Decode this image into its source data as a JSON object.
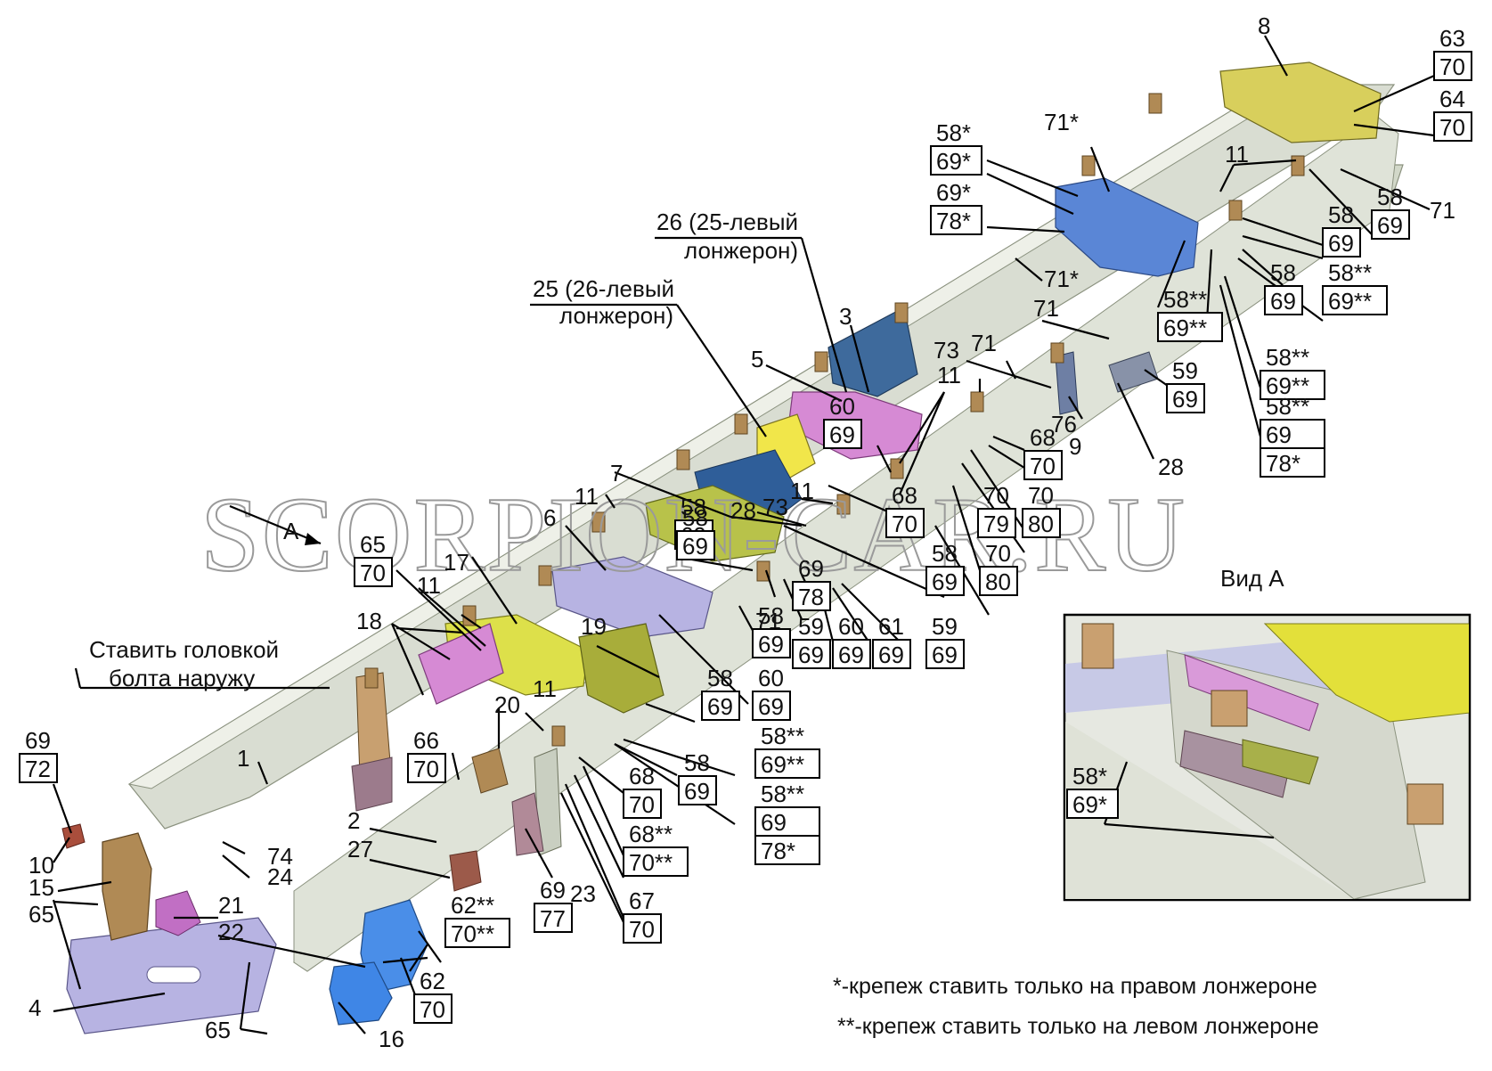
{
  "watermark": "SCORPION-CAR.RU",
  "view_title": "Вид А",
  "view_marker": "А",
  "notes": {
    "right_only": "*-крепеж ставить только на правом лонжероне",
    "left_only": "**-крепеж ставить только на левом лонжероне"
  },
  "callouts": {
    "c26a": "26 (25-левый",
    "c26b": "лонжерон)",
    "c25a": "25 (26-левый",
    "c25b": "лонжерон)",
    "c_install_a": "Ставить головкой",
    "c_install_b": "болта наружу",
    "n1": "1",
    "n2": "2",
    "n3": "3",
    "n4": "4",
    "n5": "5",
    "n6a": "6",
    "n6b": "6",
    "n7": "7",
    "n8": "8",
    "n9": "9",
    "n10": "10",
    "n11a": "11",
    "n11b": "11",
    "n11c": "11",
    "n11d": "11",
    "n11e": "11",
    "n11f": "11",
    "n15": "15",
    "n16": "16",
    "n17": "17",
    "n18": "18",
    "n19": "19",
    "n20": "20",
    "n21": "21",
    "n22": "22",
    "n23": "23",
    "n24": "24",
    "n27": "27",
    "n28a": "28",
    "n28b": "28",
    "n71s": "71*",
    "n71s2": "71*",
    "n71a": "71",
    "n71b": "71",
    "n71c": "71",
    "n73a": "73",
    "n73b": "73",
    "n74": "74",
    "n76": "76",
    "n65a": "65",
    "n65b": "65"
  },
  "stacks": [
    {
      "id": "s63",
      "rows": [
        "63",
        "70"
      ]
    },
    {
      "id": "s64",
      "rows": [
        "64",
        "70"
      ]
    },
    {
      "id": "s58_69_ur",
      "rows": [
        "58",
        "69"
      ]
    },
    {
      "id": "s58_69_r2",
      "rows": [
        "58",
        "69"
      ]
    },
    {
      "id": "s58_69_r3",
      "rows": [
        "58",
        "69"
      ]
    },
    {
      "id": "s58ss_r",
      "rows": [
        "58**",
        "69**"
      ]
    },
    {
      "id": "s58s_top",
      "rows": [
        "58*",
        "69*"
      ]
    },
    {
      "id": "s69s_78s",
      "rows": [
        "69*",
        "78*"
      ]
    },
    {
      "id": "s58ss_m",
      "rows": [
        "58**",
        "69**"
      ]
    },
    {
      "id": "s58ss_m2",
      "rows": [
        "58**",
        "69**"
      ]
    },
    {
      "id": "s58ss_3",
      "rows": [
        "58**",
        "69",
        "78*"
      ]
    },
    {
      "id": "s59_69_a",
      "rows": [
        "59",
        "69"
      ]
    },
    {
      "id": "s60_69_a",
      "rows": [
        "60",
        "69"
      ]
    },
    {
      "id": "s68_70_a",
      "rows": [
        "68",
        "70"
      ]
    },
    {
      "id": "s70_80_a",
      "rows": [
        "70",
        "80"
      ]
    },
    {
      "id": "s70_79",
      "rows": [
        "70",
        "79"
      ]
    },
    {
      "id": "s68_70_b",
      "rows": [
        "68",
        "70"
      ]
    },
    {
      "id": "s58_69_m",
      "rows": [
        "58",
        "69"
      ]
    },
    {
      "id": "s69_78",
      "rows": [
        "69",
        "78"
      ]
    },
    {
      "id": "s58_69_c",
      "rows": [
        "58",
        "69"
      ]
    },
    {
      "id": "s70_80_b",
      "rows": [
        "70",
        "80"
      ]
    },
    {
      "id": "s59_69_b",
      "rows": [
        "59",
        "69"
      ]
    },
    {
      "id": "s60_69_b",
      "rows": [
        "60",
        "69"
      ]
    },
    {
      "id": "s61_69",
      "rows": [
        "61",
        "69"
      ]
    },
    {
      "id": "s59_69_c",
      "rows": [
        "59",
        "69"
      ]
    },
    {
      "id": "s58_69_d",
      "rows": [
        "58",
        "69"
      ]
    },
    {
      "id": "s60_69_c",
      "rows": [
        "60",
        "69"
      ]
    },
    {
      "id": "s58_69_e",
      "rows": [
        "58",
        "69"
      ]
    },
    {
      "id": "s58ss_69ss",
      "rows": [
        "58**",
        "69**"
      ]
    },
    {
      "id": "s58ss_69_78",
      "rows": [
        "58**",
        "69",
        "78*"
      ]
    },
    {
      "id": "s58_69_f",
      "rows": [
        "58",
        "69"
      ]
    },
    {
      "id": "s68_70_c",
      "rows": [
        "68",
        "70"
      ]
    },
    {
      "id": "s68ss_70ss",
      "rows": [
        "68**",
        "70**"
      ]
    },
    {
      "id": "s67_70",
      "rows": [
        "67",
        "70"
      ]
    },
    {
      "id": "s69_77",
      "rows": [
        "69",
        "77"
      ]
    },
    {
      "id": "s62ss_70ss",
      "rows": [
        "62**",
        "70**"
      ]
    },
    {
      "id": "s62_70",
      "rows": [
        "62",
        "70"
      ]
    },
    {
      "id": "s66_70",
      "rows": [
        "66",
        "70"
      ]
    },
    {
      "id": "s69_72",
      "rows": [
        "69",
        "72"
      ]
    },
    {
      "id": "s65_70",
      "rows": [
        "65",
        "70"
      ]
    },
    {
      "id": "s58_69_g",
      "rows": [
        "58",
        "69"
      ]
    },
    {
      "id": "s58s_69s_view",
      "rows": [
        "58*",
        "69*"
      ]
    }
  ],
  "colors": {
    "frame_rail": "#d9ddd2",
    "frame_rail_dark": "#b5bcaa",
    "crossmember_blue": "#5a86d6",
    "crossmember_lavender": "#b7b3e2",
    "crossmember_olive": "#b8c24a",
    "bracket_yellow": "#e3e05a",
    "bracket_pink": "#d68ad4",
    "bracket_bronze": "#b08a55",
    "blue_part": "#4a8ee8",
    "navy": "#2f4f74"
  }
}
